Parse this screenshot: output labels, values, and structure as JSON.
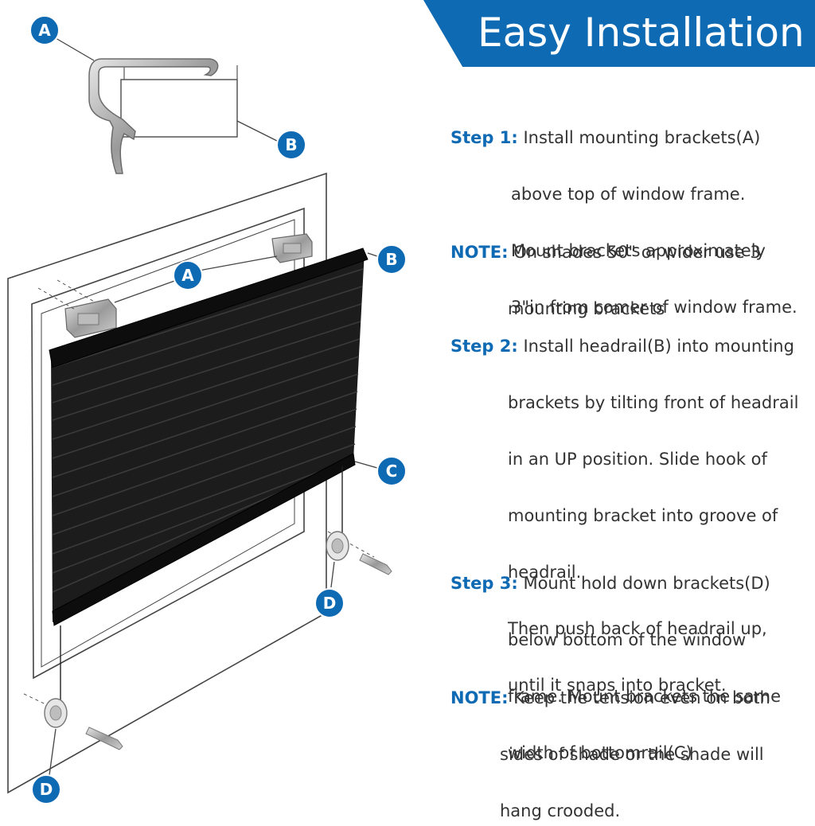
{
  "header": {
    "title": "Easy Installation"
  },
  "callouts": {
    "a": "A",
    "b": "B",
    "c": "C",
    "d": "D"
  },
  "steps": [
    {
      "label": "Step 1:",
      "first_line": "Install mounting brackets(A)",
      "rest": [
        "above top of window frame.",
        "Mount brackets approximately",
        "3\"in from comer of window frame."
      ]
    },
    {
      "label": "NOTE:",
      "first_line": "On shades 50\" or wider use 3",
      "rest": [
        "mounting brackets"
      ]
    },
    {
      "label": "Step 2:",
      "first_line": "Install headrail(B) into mounting",
      "rest": [
        "brackets by tilting front of headrail",
        "in an UP position. Slide hook of",
        "mounting bracket into groove of",
        "headrail.",
        "Then push back of headrail up,",
        "until it snaps into bracket."
      ]
    },
    {
      "label": "Step 3:",
      "first_line": "Mount hold down brackets(D)",
      "rest": [
        "below bottom of the window",
        "frame. Mount brackets the same",
        "width of bottomrail(C)"
      ]
    },
    {
      "label": "NOTE:",
      "first_line": "Keep the tension even on both",
      "rest": [
        "sides of shade or the shade will",
        "hang crooded."
      ]
    }
  ],
  "colors": {
    "accent": "#0f6ab4",
    "shade": "#1a1a1a",
    "text": "#333333"
  }
}
